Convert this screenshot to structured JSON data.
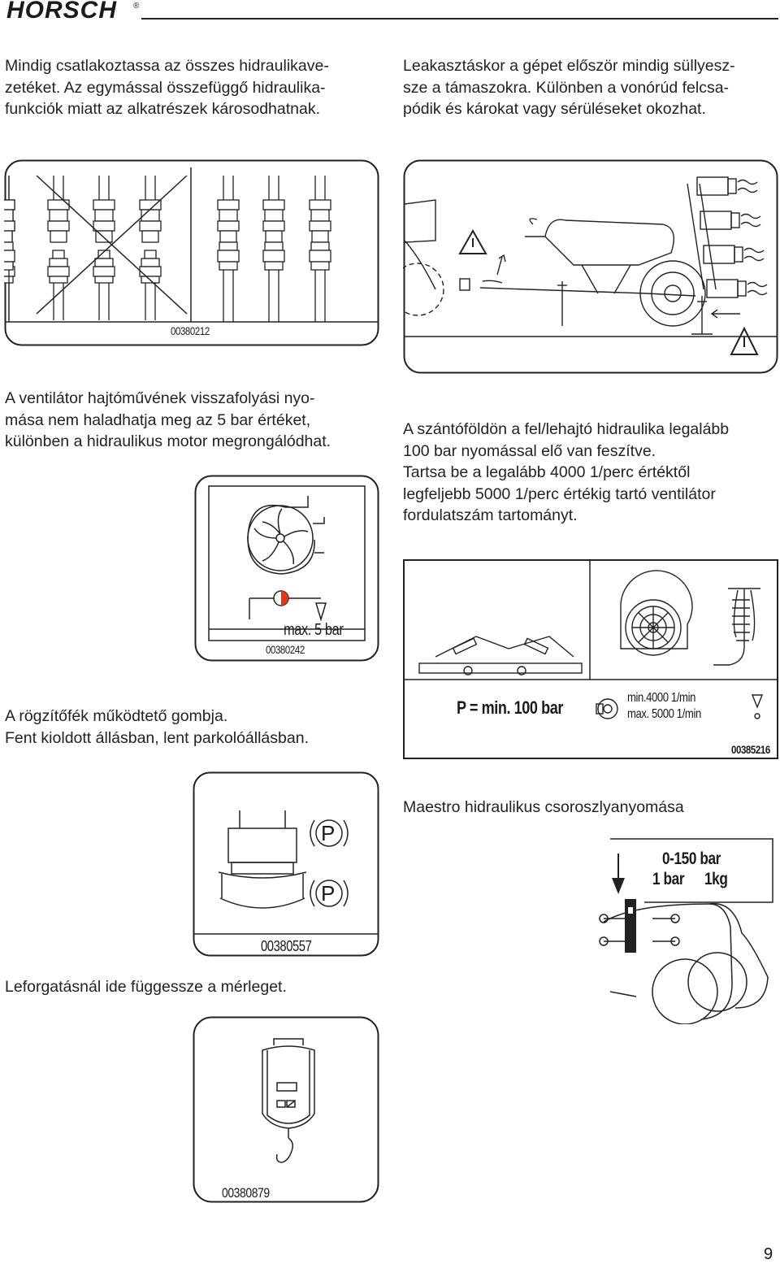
{
  "header": {
    "logo": "HORSCH",
    "registered": "®"
  },
  "para1": "Mindig csatlakoztassa az összes hidraulikavezetéket. Az egymással összefüggő hidraulikafunkciók miatt az alkatrészek károsodhatnak.",
  "para1_lines": [
    "Mindig csatlakoztassa az összes hidraulikave-",
    "zetéket. Az egymással összefüggő hidraulika-",
    "funkciók miatt az alkatrészek károsodhatnak."
  ],
  "para2_lines": [
    "Leakasztáskor a gépet először mindig süllyesz-",
    "sze a támaszokra. Különben a vonórúd felcsa-",
    "pódik és károkat vagy sérüléseket okozhat."
  ],
  "para3_lines": [
    "A ventilátor hajtóművének visszafolyási nyo-",
    "mása nem haladhatja meg az 5 bar értéket,",
    "különben a hidraulikus motor megrongálódhat."
  ],
  "para4_lines": [
    "A szántóföldön a fel/lehajtó hidraulika legalább",
    "100 bar nyomással elő van feszítve.",
    "Tartsa be a legalább 4000 1/perc értéktől",
    "legfeljebb 5000 1/perc értékig tartó ventilátor",
    "fordulatszám tartományt."
  ],
  "para5_lines": [
    "A rögzítőfék működtető gombja.",
    "Fent kioldott állásban, lent parkolóállásban."
  ],
  "para6": "Maestro hidraulikus csoroszlyanyomása",
  "para7": "Leforgatásnál ide függessze a mérleget.",
  "labels": {
    "hydraulics_code": "00380212",
    "fan_code": "00380242",
    "fan_max": "max. 5 bar",
    "fanspeed_pressure": "P = min. 100 bar",
    "fanspeed_min": "min.4000 1/min",
    "fanspeed_max": "max. 5000 1/min",
    "fanspeed_code": "00385216",
    "brake_code": "00380557",
    "brake_p": "P",
    "coulter_range": "0-150 bar",
    "coulter_bar": "1 bar",
    "coulter_kg": "1kg",
    "scale_code": "00380879"
  },
  "page_number": "9"
}
